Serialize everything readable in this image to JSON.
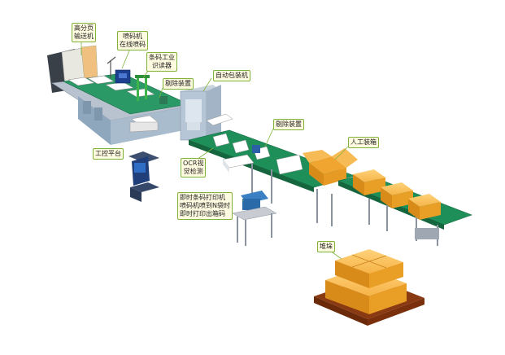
{
  "labels": {
    "feeder": "高分页\n输送机",
    "inkjet": "喷码机\n在线喷码",
    "barcode_reader": "条码工业\n识读器",
    "reject": "剔除装置",
    "auto_pack": "自动包装机",
    "reject2": "剔除装置",
    "manual_box": "人工装箱",
    "control": "工控平台",
    "ocr": "OCR视\n觉检测",
    "printer": "即时条码打印机\n喷码机喷到N袋时\n即时打印出箱码",
    "stack": "堆垛"
  },
  "colors": {
    "belt": "#1f8f5a",
    "frame": "#c8ccd2",
    "box": "#f3a92c",
    "pallet": "#8a3a12",
    "callout_border": "#7fb33a",
    "callout_fill": "#fffbe0"
  }
}
